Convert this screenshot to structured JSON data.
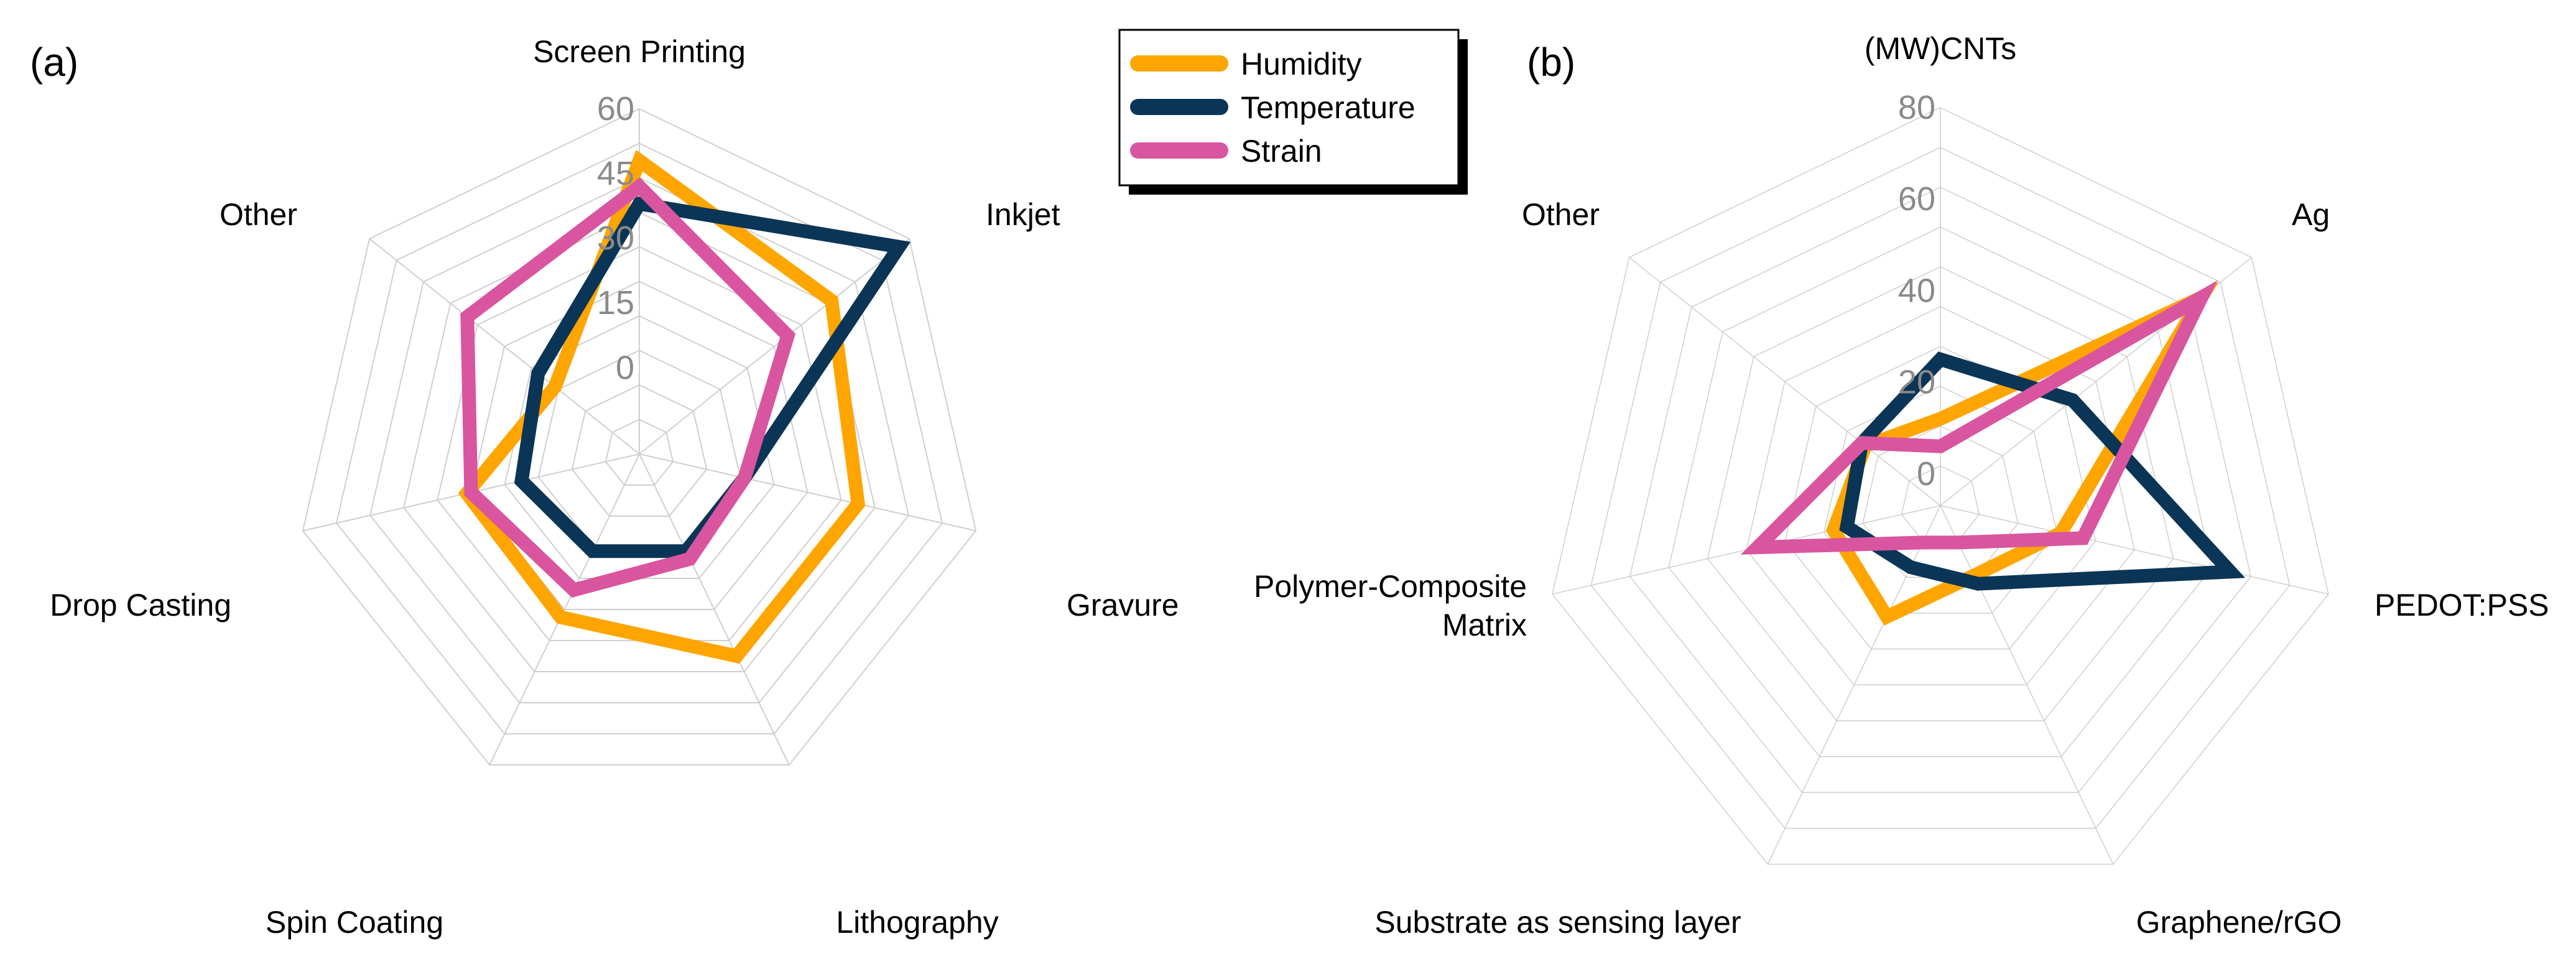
{
  "legend": [
    "Humidity",
    "Temperature",
    "Strain"
  ],
  "colors": {
    "Humidity": "#FFA500",
    "Temperature": "#0B3556",
    "Strain": "#D9559F",
    "grid": "#cfcfcf",
    "ticks": "#8a8a8a"
  },
  "chart_data": [
    {
      "type": "radar",
      "panel_label": "(a)",
      "categories": [
        "Screen Printing",
        "Inkjet",
        "Gravure",
        "Lithography",
        "Spin Coating",
        "Drop Casting",
        "Other"
      ],
      "r_ticks": [
        0,
        15,
        30,
        45,
        60
      ],
      "rlim": [
        0,
        60
      ],
      "grid": true,
      "series": [
        {
          "name": "Humidity",
          "values": [
            48,
            37,
            32,
            32,
            22,
            21,
            5
          ]
        },
        {
          "name": "Temperature",
          "values": [
            38,
            57,
            5,
            5,
            5,
            8,
            10
          ]
        },
        {
          "name": "Strain",
          "values": [
            42,
            24,
            5,
            7,
            15,
            20,
            31
          ]
        }
      ]
    },
    {
      "type": "radar",
      "panel_label": "(b)",
      "categories": [
        "(MW)CNTs",
        "Ag",
        "PEDOT:PSS",
        "Graphene/rGO",
        "Substrate as sensing layer",
        "Polymer-Composite Matrix",
        "Other"
      ],
      "r_ticks": [
        0,
        20,
        40,
        60,
        80
      ],
      "rlim": [
        0,
        80
      ],
      "grid": true,
      "series": [
        {
          "name": "Humidity",
          "values": [
            12,
            66,
            20,
            10,
            20,
            17,
            14
          ]
        },
        {
          "name": "Temperature",
          "values": [
            25,
            30,
            58,
            12,
            8,
            14,
            15
          ]
        },
        {
          "name": "Strain",
          "values": [
            6,
            66,
            25,
            2,
            2,
            34,
            15
          ]
        }
      ]
    }
  ]
}
